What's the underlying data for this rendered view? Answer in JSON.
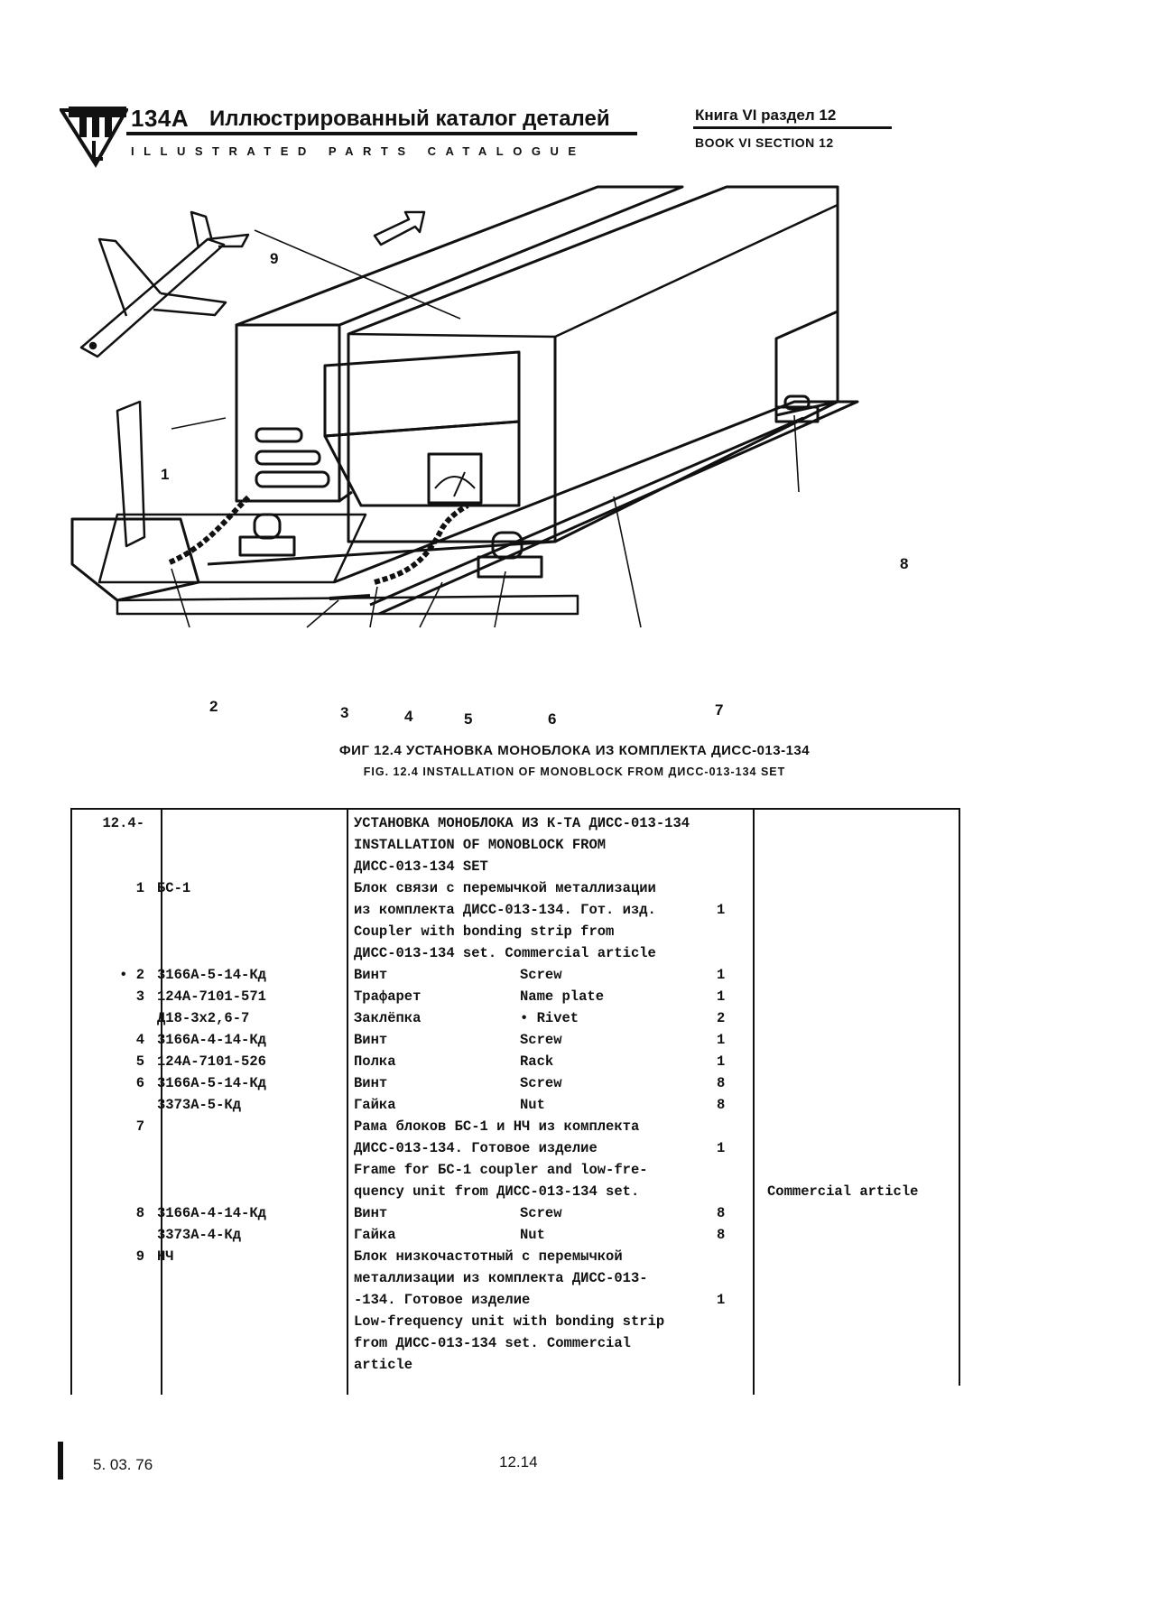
{
  "header": {
    "model": "134A",
    "title_ru": "Иллюстрированный каталог деталей",
    "title_en": "ILLUSTRATED PARTS CATALOGUE",
    "book_ru": "Книга VI раздел 12",
    "book_en": "BOOK VI SECTION 12"
  },
  "figure": {
    "callouts": [
      "9",
      "1",
      "8",
      "2",
      "3",
      "4",
      "5",
      "6",
      "7"
    ],
    "caption_ru": "ФИГ 12.4 УСТАНОВКА МОНОБЛОКА ИЗ КОМПЛЕКТА ДИСС-013-134",
    "caption_en": "FIG. 12.4 INSTALLATION OF MONOBLOCK FROM ДИСС-013-134 SET"
  },
  "table": {
    "rows": [
      {
        "item": "12.4-",
        "part": "",
        "nom": "УСТАНОВКА МОНОБЛОКА ИЗ К-ТА ДИСС-013-134",
        "nom2": "",
        "qty": "",
        "note": ""
      },
      {
        "item": "",
        "part": "",
        "nom": "INSTALLATION OF MONOBLOCK FROM",
        "nom2": "",
        "qty": "",
        "note": ""
      },
      {
        "item": "",
        "part": "",
        "nom": "      ДИСС-013-134 SET",
        "nom2": "",
        "qty": "",
        "note": ""
      },
      {
        "item": "1",
        "part": "БС-1",
        "nom": "Блок связи с перемычкой металлизации",
        "nom2": "",
        "qty": "",
        "note": ""
      },
      {
        "item": "",
        "part": "",
        "nom": "из комплекта ДИСС-013-134. Гот. изд.",
        "nom2": "",
        "qty": "1",
        "note": ""
      },
      {
        "item": "",
        "part": "",
        "nom": "Coupler with bonding strip from",
        "nom2": "",
        "qty": "",
        "note": ""
      },
      {
        "item": "",
        "part": "",
        "nom": "ДИСС-013-134 set. Commercial article",
        "nom2": "",
        "qty": "",
        "note": ""
      },
      {
        "item": "• 2",
        "part": "3166А-5-14-Кд",
        "nom": "Винт",
        "nom2": "Screw",
        "qty": "1",
        "note": ""
      },
      {
        "item": "3",
        "part": "124А-7101-571",
        "nom": "Трафарет",
        "nom2": "Name plate",
        "qty": "1",
        "note": ""
      },
      {
        "item": "",
        "part": "Д18-3х2,6-7",
        "nom": "Заклёпка",
        "nom2": "• Rivet",
        "qty": "2",
        "note": ""
      },
      {
        "item": "4",
        "part": "3166А-4-14-Кд",
        "nom": "Винт",
        "nom2": "Screw",
        "qty": "1",
        "note": ""
      },
      {
        "item": "5",
        "part": "124А-7101-526",
        "nom": "Полка",
        "nom2": "Rack",
        "qty": "1",
        "note": ""
      },
      {
        "item": "6",
        "part": "3166А-5-14-Кд",
        "nom": "Винт",
        "nom2": "Screw",
        "qty": "8",
        "note": ""
      },
      {
        "item": "",
        "part": "3373А-5-Кд",
        "nom": "Гайка",
        "nom2": "Nut",
        "qty": "8",
        "note": ""
      },
      {
        "item": "7",
        "part": "",
        "nom": "Рама блоков БС-1 и НЧ из комплекта",
        "nom2": "",
        "qty": "",
        "note": ""
      },
      {
        "item": "",
        "part": "",
        "nom": "ДИСС-013-134. Готовое изделие",
        "nom2": "",
        "qty": "1",
        "note": ""
      },
      {
        "item": "",
        "part": "",
        "nom": "Frame for БС-1 coupler and low-fre-",
        "nom2": "",
        "qty": "",
        "note": ""
      },
      {
        "item": "",
        "part": "",
        "nom": "quency unit from ДИСС-013-134 set.",
        "nom2": "",
        "qty": "",
        "note": "Commercial article"
      },
      {
        "item": "8",
        "part": "3166А-4-14-Кд",
        "nom": "Винт",
        "nom2": "Screw",
        "qty": "8",
        "note": ""
      },
      {
        "item": "",
        "part": "3373А-4-Кд",
        "nom": "Гайка",
        "nom2": "Nut",
        "qty": "8",
        "note": ""
      },
      {
        "item": "9",
        "part": "НЧ",
        "nom": "Блок низкочастотный с перемычкой",
        "nom2": "",
        "qty": "",
        "note": ""
      },
      {
        "item": "",
        "part": "",
        "nom": "металлизации из комплекта ДИСС-013-",
        "nom2": "",
        "qty": "",
        "note": ""
      },
      {
        "item": "",
        "part": "",
        "nom": "-134. Готовое изделие",
        "nom2": "",
        "qty": "1",
        "note": ""
      },
      {
        "item": "",
        "part": "",
        "nom": "Low-frequency unit with bonding strip",
        "nom2": "",
        "qty": "",
        "note": ""
      },
      {
        "item": "",
        "part": "",
        "nom": "from ДИСС-013-134 set. Commercial",
        "nom2": "",
        "qty": "",
        "note": ""
      },
      {
        "item": "",
        "part": "",
        "nom": "article",
        "nom2": "",
        "qty": "",
        "note": ""
      }
    ]
  },
  "footer": {
    "date": "5. 03. 76",
    "page": "12.14"
  }
}
